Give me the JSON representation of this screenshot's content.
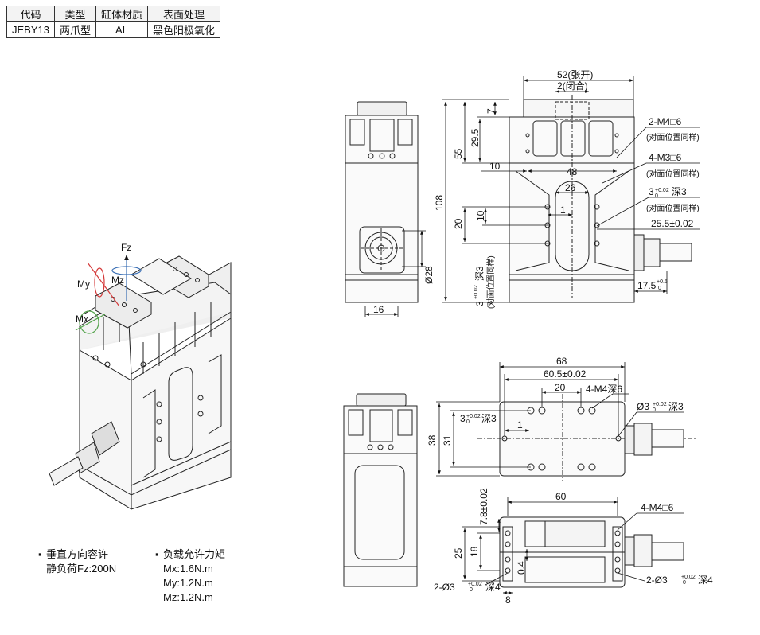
{
  "spec_table": {
    "headers": [
      "代码",
      "类型",
      "缸体材质",
      "表面处理"
    ],
    "row": [
      "JEBY13",
      "两爪型",
      "AL",
      "黑色阳极氧化"
    ]
  },
  "iso_labels": {
    "fz": "Fz",
    "mz": "Mz",
    "my": "My",
    "mx": "Mx"
  },
  "notes": {
    "left_title": "垂直方向容许",
    "left_value": "静负荷Fz:200N",
    "right_title": "负载允许力矩",
    "mx": "Mx:1.6N.m",
    "my": "My:1.2N.m",
    "mz": "Mz:1.2N.m"
  },
  "front": {
    "d52": "52(张开)",
    "d2": "2(闭合)",
    "d7": "7",
    "d29_5": "29.5",
    "d55": "55",
    "d108": "108",
    "d10a": "10",
    "d48": "48",
    "d26": "26",
    "d10b": "10",
    "d1": "1",
    "d20": "20",
    "d25_5": "25.5±0.02",
    "d17_5": "17.5",
    "tol17_5": "+0.5",
    "tol17_5b": "0",
    "m2m4": "2-M4□6",
    "same1": "(对面位置同样)",
    "m4m3": "4-M3□6",
    "same2": "(对面位置同样)",
    "hole3": "3",
    "hole3_tol": "+0.02",
    "hole3_tol2": "0",
    "hole3_depth": "深3",
    "same3": "(对面位置同样)",
    "side_hole": "3",
    "side_hole_tol": "+0.02",
    "side_hole_tol2": "0",
    "side_hole_depth": "深3",
    "side_same": "(对面位置同样)"
  },
  "side": {
    "d28": "Ø28",
    "d16": "16"
  },
  "top": {
    "d68": "68",
    "d60_5": "60.5±0.02",
    "d20": "20",
    "m4": "4-M4深6",
    "hole": "Ø3",
    "hole_tol": "+0.02",
    "hole_tol2": "0",
    "hole_depth": "深3",
    "left_hole": "3",
    "left_hole_tol": "+0.02",
    "left_hole_tol2": "0",
    "left_hole_depth": "深3",
    "d1": "1",
    "d38": "38",
    "d31": "31"
  },
  "bottom": {
    "d60": "60",
    "d7_8": "7.8±0.02",
    "m4": "4-M4□6",
    "d25": "25",
    "d18": "18",
    "d0_4": "0.4",
    "hole_right": "2-Ø3",
    "hole_right_tol": "+0.02",
    "hole_right_tol2": "0",
    "hole_right_depth": "深4",
    "hole_left": "2-Ø3",
    "hole_left_tol": "+0.02",
    "hole_left_tol2": "0",
    "hole_left_depth": "深4",
    "d8": "8"
  }
}
